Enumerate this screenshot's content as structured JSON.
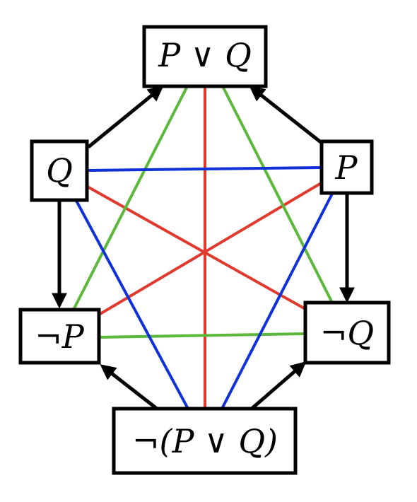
{
  "nodes": {
    "p_or_q": "P ∨ Q",
    "q": "Q",
    "p": "P",
    "not_p": "¬P",
    "not_q": "¬Q",
    "not_p_or_q": "¬(P ∨ Q)"
  },
  "colors": {
    "red": "#e03a2f",
    "green": "#5cb83a",
    "blue": "#1030d8",
    "arrow": "#000000"
  },
  "edges": [
    {
      "from": "p_or_q",
      "to": "not_p_or_q",
      "color": "red"
    },
    {
      "from": "q",
      "to": "not_q",
      "color": "red"
    },
    {
      "from": "p",
      "to": "not_p",
      "color": "red"
    },
    {
      "from": "p_or_q",
      "to": "not_p",
      "color": "green"
    },
    {
      "from": "p_or_q",
      "to": "not_q",
      "color": "green"
    },
    {
      "from": "not_p",
      "to": "not_q",
      "color": "green"
    },
    {
      "from": "q",
      "to": "p",
      "color": "blue"
    },
    {
      "from": "q",
      "to": "not_p_or_q",
      "color": "blue"
    },
    {
      "from": "p",
      "to": "not_p_or_q",
      "color": "blue"
    }
  ],
  "arrows": [
    {
      "from": "q",
      "to": "p_or_q"
    },
    {
      "from": "p",
      "to": "p_or_q"
    },
    {
      "from": "q",
      "to": "not_p"
    },
    {
      "from": "p",
      "to": "not_q"
    },
    {
      "from": "not_p_or_q",
      "to": "not_p"
    },
    {
      "from": "not_p_or_q",
      "to": "not_q"
    }
  ]
}
